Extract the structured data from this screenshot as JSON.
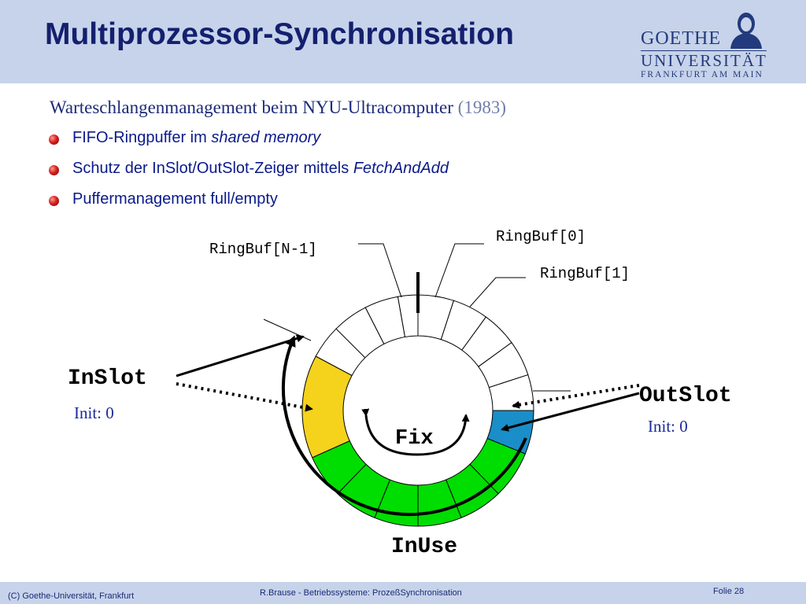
{
  "header": {
    "title": "Multiprozessor-Synchronisation",
    "logo": {
      "line1": "GOETHE",
      "line2": "UNIVERSITÄT",
      "line3": "FRANKFURT AM MAIN"
    }
  },
  "content": {
    "subtitle": "Warteschlangenmanagement beim NYU-Ultracomputer",
    "subtitle_year": "(1983)",
    "bullets": [
      {
        "text": "FIFO-Ringpuffer im ",
        "italic": "shared memory"
      },
      {
        "text": "Schutz der InSlot/OutSlot-Zeiger mittels ",
        "italic": "FetchAndAdd"
      },
      {
        "text": "Puffermanagement full/empty",
        "italic": ""
      }
    ]
  },
  "diagram": {
    "labels": {
      "ringbuf_last": "RingBuf[N-1]",
      "ringbuf_0": "RingBuf[0]",
      "ringbuf_1": "RingBuf[1]",
      "inslot": "InSlot",
      "inslot_init": "Init: 0",
      "outslot": "OutSlot",
      "outslot_init": "Init: 0",
      "fix": "Fix",
      "inuse": "InUse"
    },
    "colors": {
      "inslot_segment": "#f5d21c",
      "outslot_segment": "#1a8ec8",
      "inuse_segments": "#00dd00",
      "empty_segments": "#ffffff"
    }
  },
  "footer": {
    "copyright": "(C) Goethe-Universität, Frankfurt",
    "course": "R.Brause - Betriebssysteme: ProzeßSynchronisation",
    "slide": "Folie 28"
  }
}
